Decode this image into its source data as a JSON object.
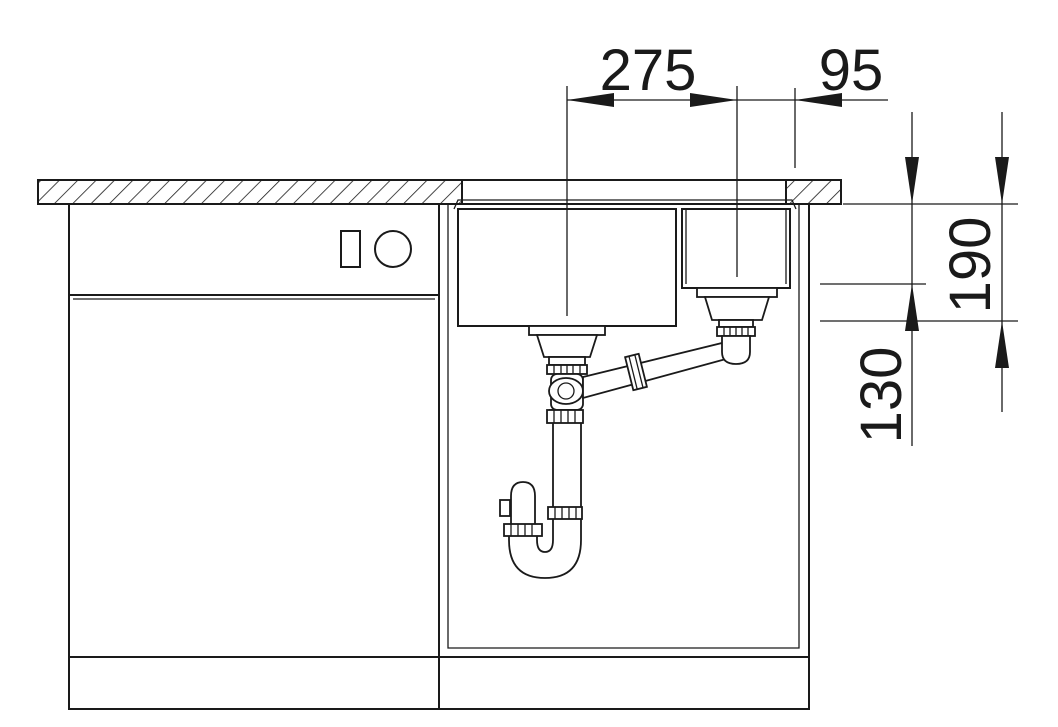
{
  "dimensions": {
    "main_bowl_width": "275",
    "small_bowl_width": "95",
    "sink_depth": "190",
    "drain_height": "130"
  },
  "colors": {
    "line": "#1a1a1a",
    "background": "#ffffff"
  }
}
